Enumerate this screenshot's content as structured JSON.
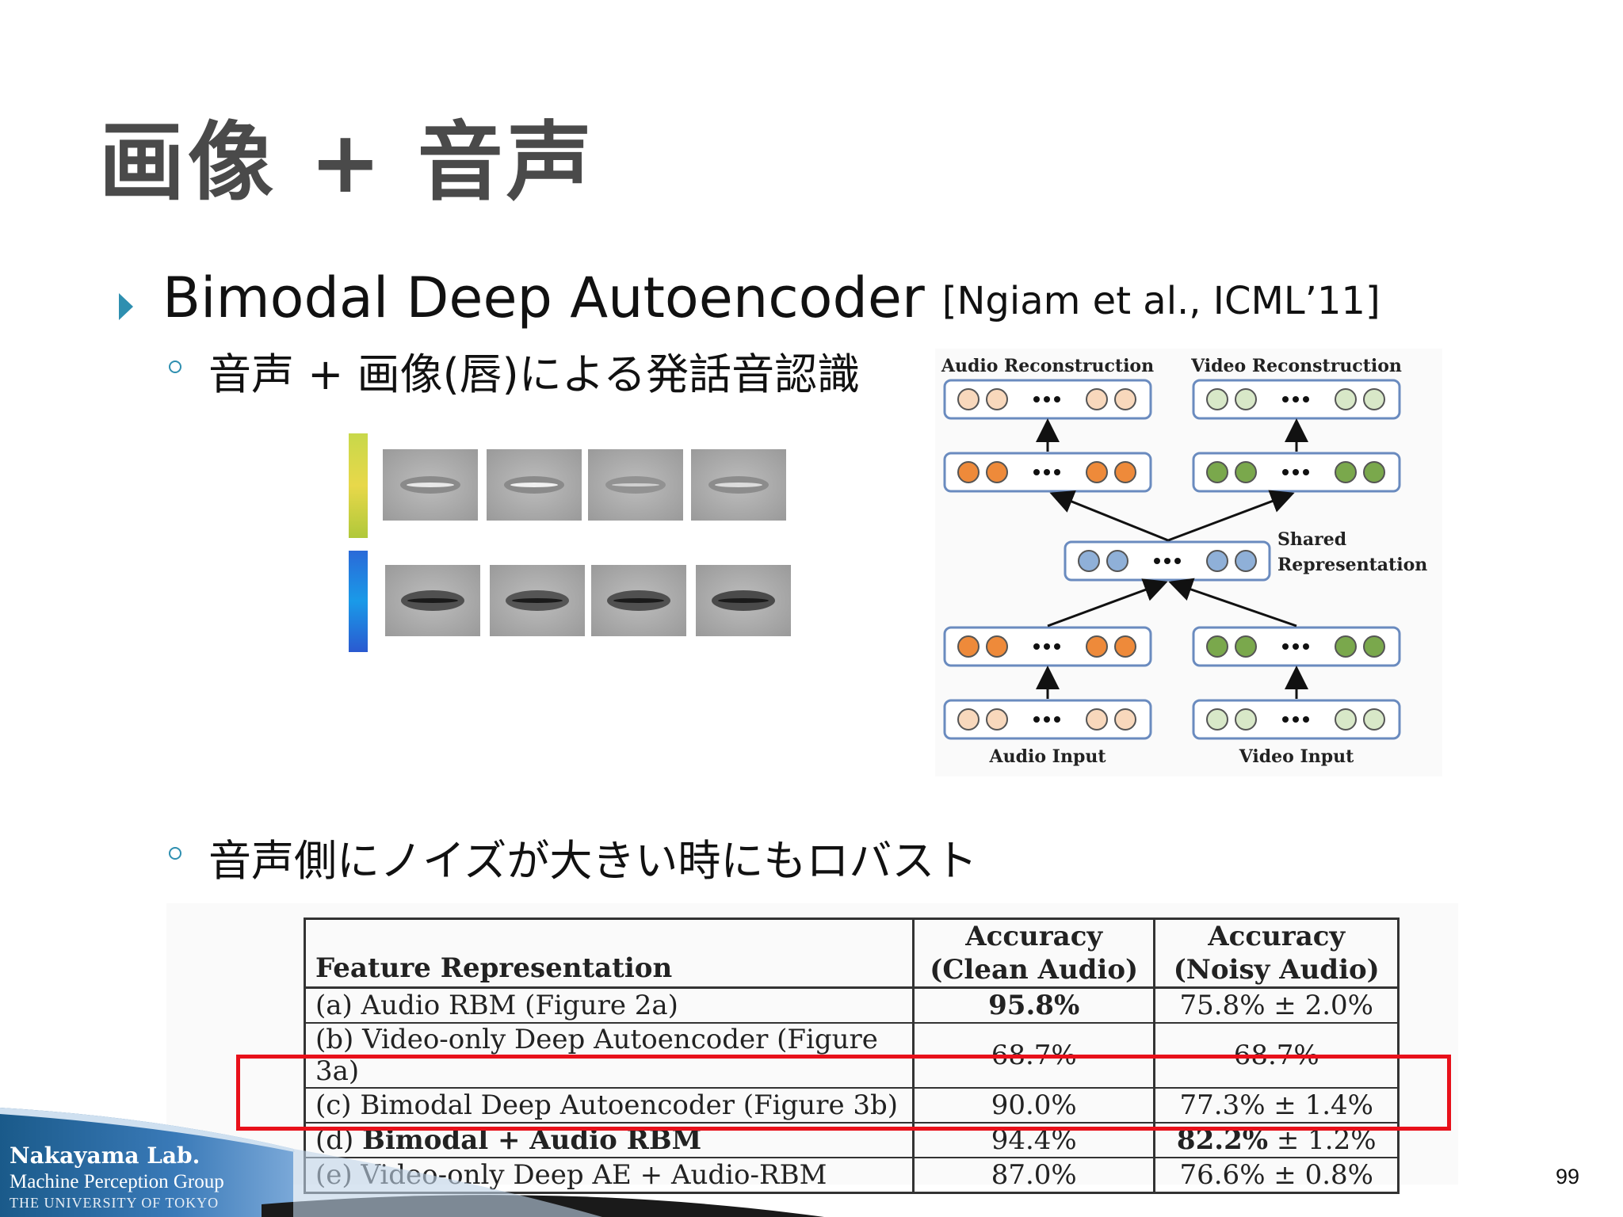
{
  "slide": {
    "title": "画像 + 音声",
    "bullet_main": "Bimodal Deep Autoencoder",
    "bullet_ref": "[Ngiam et al., ICML’11]",
    "sub1": "音声 + 画像(唇)による発話音認識",
    "sub2": "音声側にノイズが大きい時にもロバスト",
    "page_number": "99"
  },
  "diagram": {
    "audio_reconstruction": "Audio Reconstruction",
    "video_reconstruction": "Video Reconstruction",
    "shared_line1": "Shared",
    "shared_line2": "Representation",
    "audio_input": "Audio Input",
    "video_input": "Video Input",
    "colors": {
      "audio_light": "#f8d8bc",
      "audio_dark": "#ee8a3a",
      "video_light": "#d8e8c8",
      "video_dark": "#7aa84c",
      "shared": "#8fb0d8",
      "box_border": "#6a8bbf"
    }
  },
  "table": {
    "headers": {
      "feature": "Feature Representation",
      "clean_l1": "Accuracy",
      "clean_l2": "(Clean Audio)",
      "noisy_l1": "Accuracy",
      "noisy_l2": "(Noisy Audio)"
    },
    "rows": [
      {
        "feature": "(a) Audio RBM (Figure 2a)",
        "clean": "95.8%",
        "noisy": "75.8% ± 2.0%"
      },
      {
        "feature": "(b) Video-only Deep Autoencoder (Figure 3a)",
        "clean": "68.7%",
        "noisy": "68.7%"
      },
      {
        "feature": "(c) Bimodal Deep Autoencoder (Figure 3b)",
        "clean": "90.0%",
        "noisy": "77.3% ± 1.4%"
      },
      {
        "feature_pre": "(d) ",
        "feature_bold": "Bimodal + Audio RBM",
        "clean": "94.4%",
        "noisy_bold": "82.2%",
        "noisy_rest": " ± 1.2%"
      },
      {
        "feature": "(e) Video-only Deep AE + Audio-RBM",
        "clean": "87.0%",
        "noisy": "76.6% ± 0.8%"
      }
    ],
    "highlight_color": "#e8101a"
  },
  "footer": {
    "lab_name": "Nakayama Lab.",
    "group": "Machine Perception Group",
    "university": "THE UNIVERSITY OF TOKYO"
  }
}
